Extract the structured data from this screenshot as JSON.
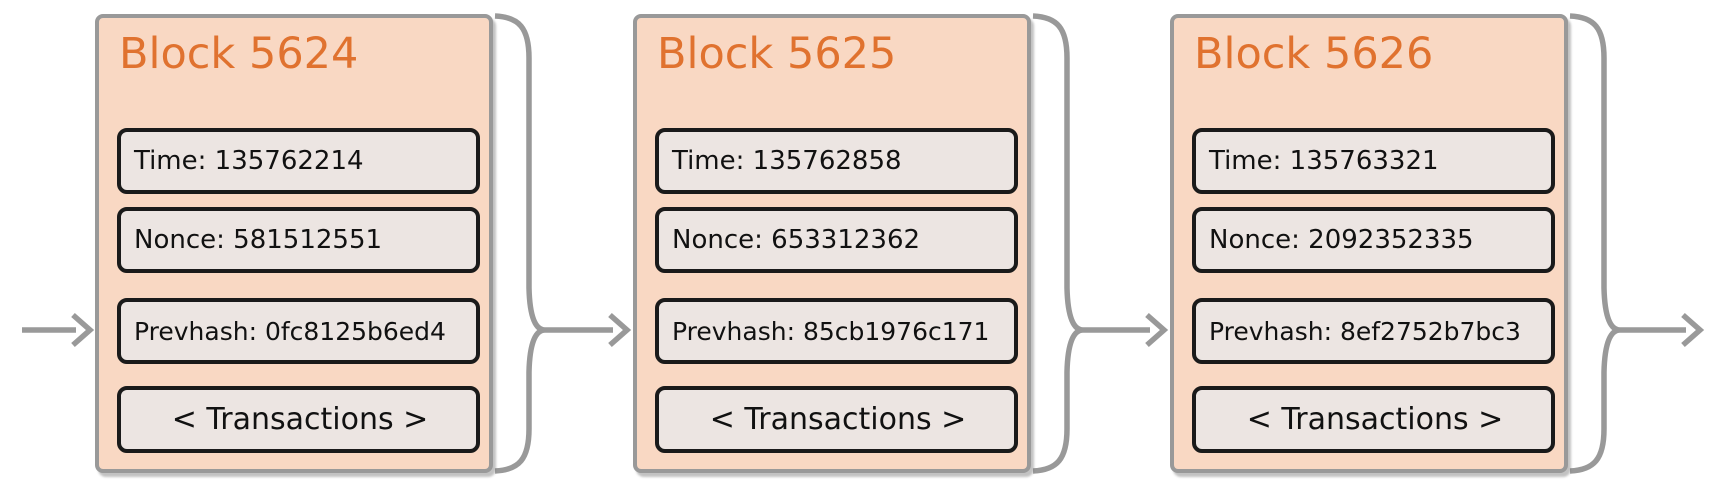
{
  "theme": {
    "accent": "#e0722f",
    "block-bg": "#f9d8c3",
    "block-border": "#999999",
    "field-bg": "#ece5e2",
    "field-border": "#1a1a1a",
    "connector": "#999999"
  },
  "diagram": {
    "type": "blockchain-ledger",
    "blocks": [
      {
        "title": "Block 5624",
        "time": "Time: 135762214",
        "nonce": "Nonce: 581512551",
        "prevhash": "Prevhash: 0fc8125b6ed4",
        "transactions": "< Transactions >"
      },
      {
        "title": "Block 5625",
        "time": "Time: 135762858",
        "nonce": "Nonce: 653312362",
        "prevhash": "Prevhash: 85cb1976c171",
        "transactions": "< Transactions >"
      },
      {
        "title": "Block 5626",
        "time": "Time: 135763321",
        "nonce": "Nonce: 2092352335",
        "prevhash": "Prevhash: 8ef2752b7bc3",
        "transactions": "< Transactions >"
      }
    ]
  }
}
